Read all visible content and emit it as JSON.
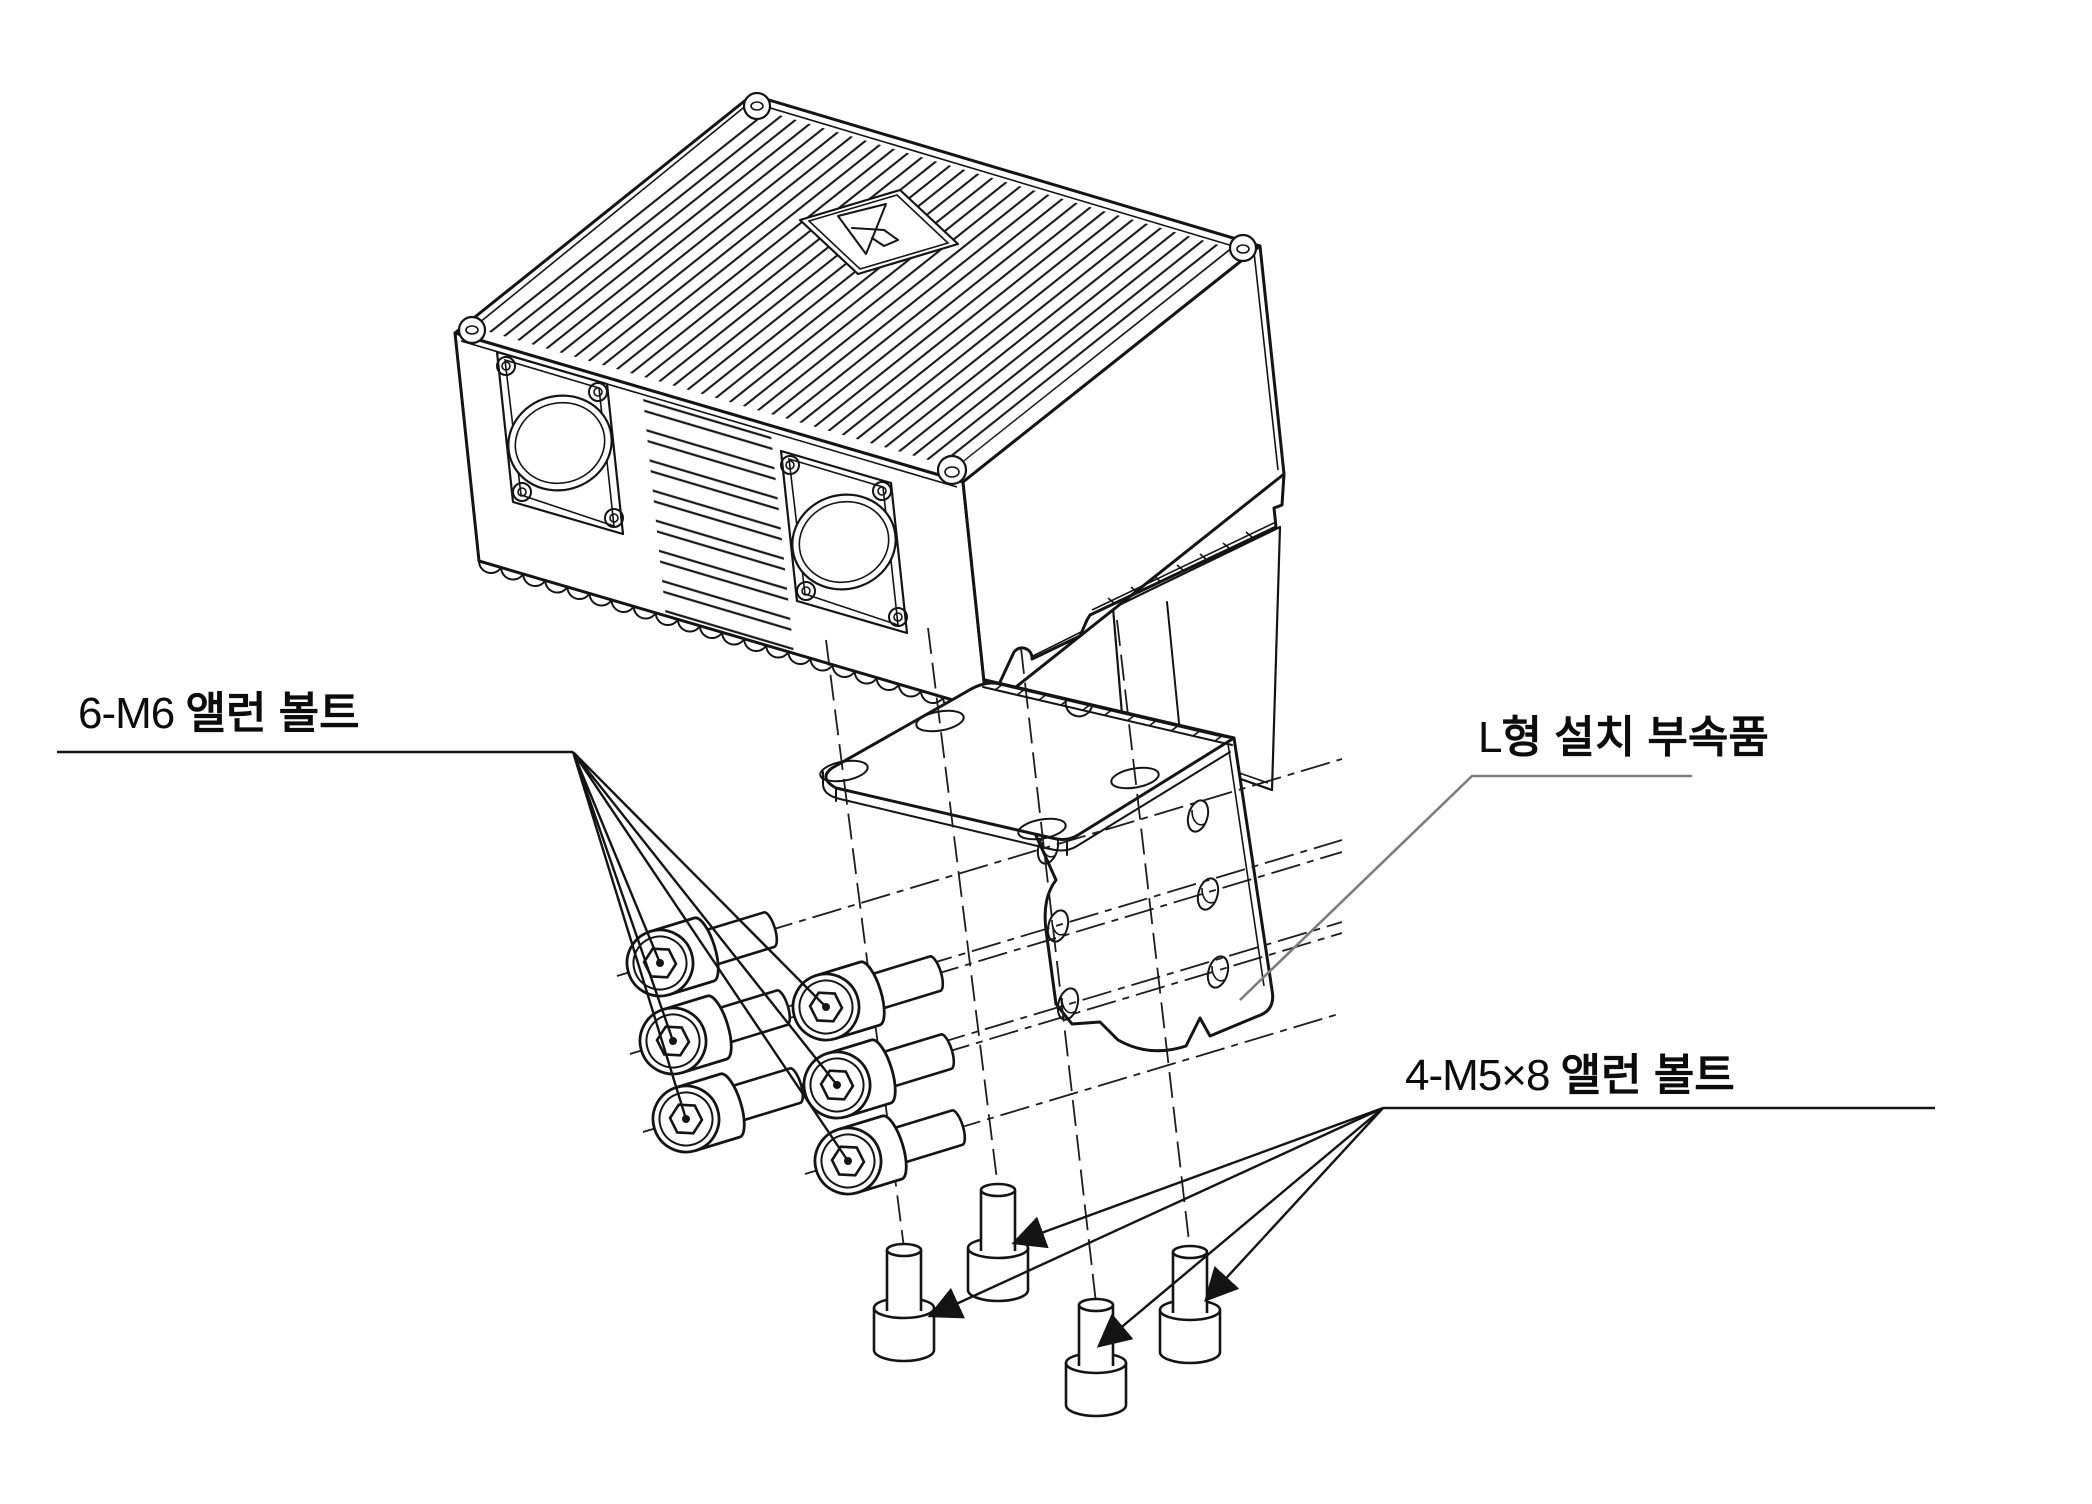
{
  "figure": {
    "kind": "exploded-assembly-technical-diagram",
    "background": "#ffffff",
    "line_color": "#141414",
    "gray_leader_color": "#7d7d7d"
  },
  "labels": {
    "m6": {
      "prefix": "6-M6 ",
      "korean": "앨런 볼트",
      "full": "6-M6 앨런 볼트"
    },
    "bracket": {
      "prefix": "L",
      "korean": "형 설치 부속품",
      "full": "L형 설치 부속품"
    },
    "m5": {
      "prefix": "4-M5×8 ",
      "korean": "앨런 볼트",
      "full": "4-M5×8 앨런 볼트"
    }
  },
  "counts": {
    "m6_bolts_drawn": 6,
    "m5_bolts_drawn": 4
  }
}
